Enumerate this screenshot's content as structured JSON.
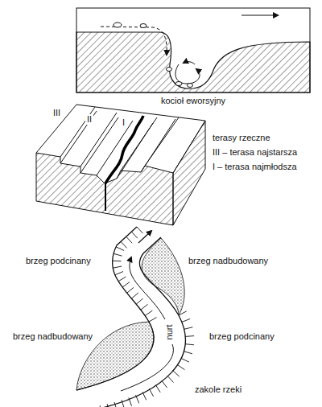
{
  "diagram": {
    "labels": [
      "kocioł eworsyjny",
      "III",
      "II",
      "I",
      "terasy rzeczne",
      "III – terasa najstarsza",
      "I – terasa najmłodsza",
      "brzeg podcinany",
      "brzeg nadbudowany",
      "brzeg nadbudowany",
      "brzeg podcinany",
      "nurt",
      "zakole rzeki"
    ]
  }
}
